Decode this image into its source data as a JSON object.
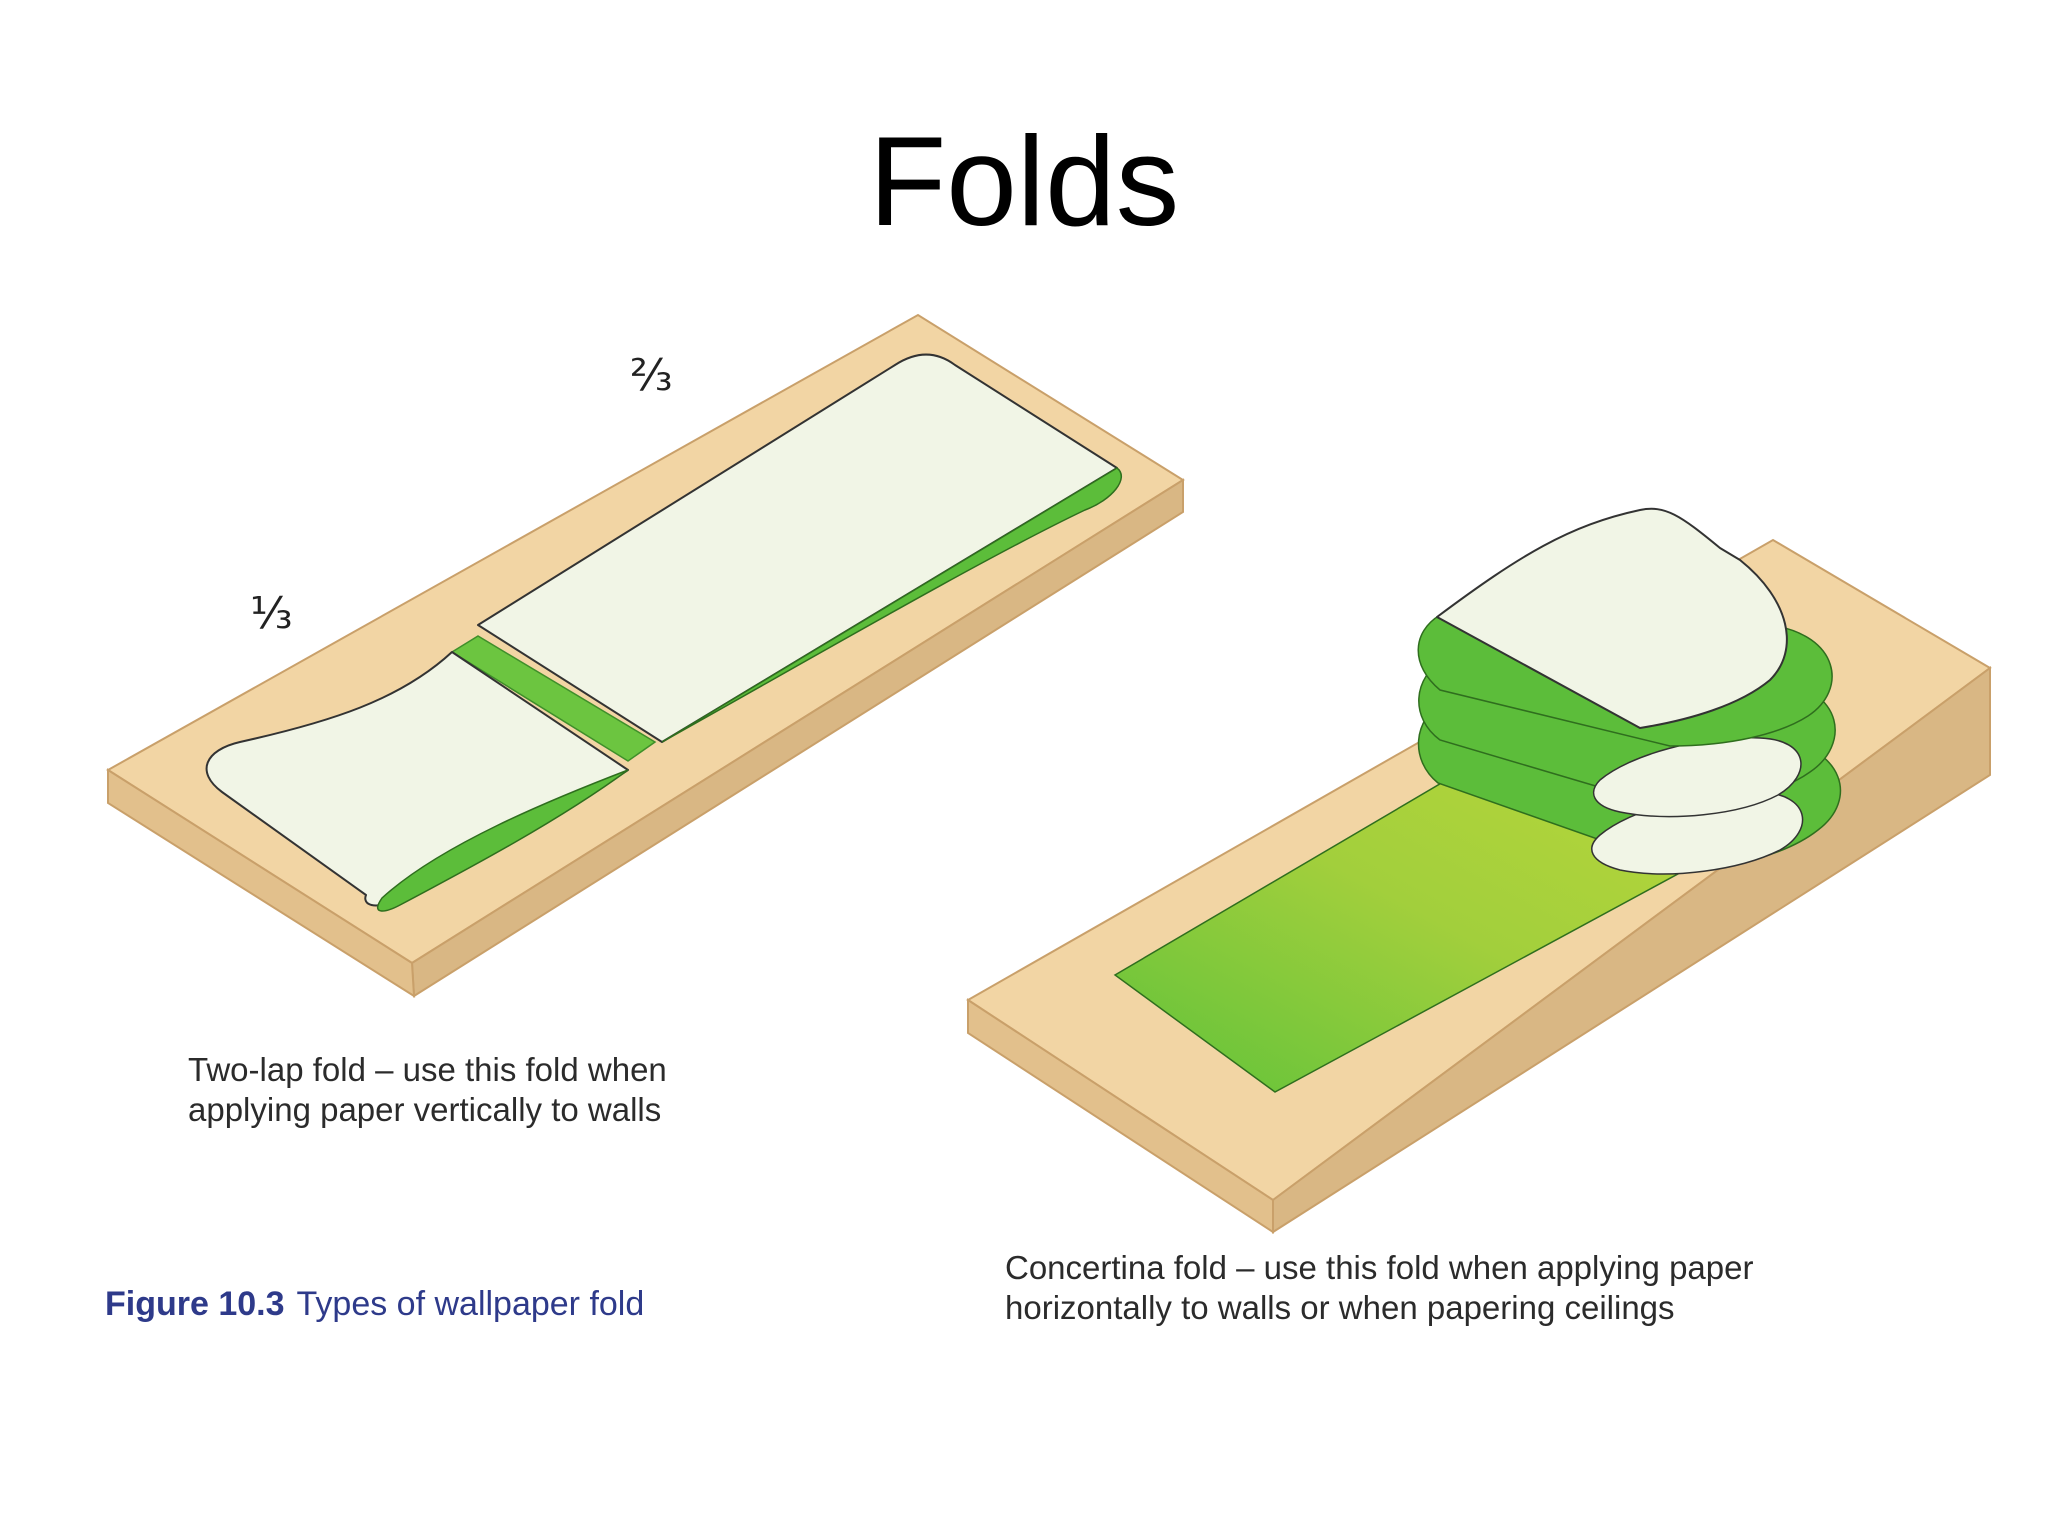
{
  "title": "Folds",
  "fractions": {
    "one_third": "⅓",
    "two_thirds": "⅔"
  },
  "captions": {
    "two_lap_line1": "Two-lap fold – use this fold when",
    "two_lap_line2": "applying paper vertically to walls",
    "concertina_line1": "Concertina fold – use this fold when applying paper",
    "concertina_line2": "horizontally to walls or when papering ceilings"
  },
  "figure": {
    "number": "Figure 10.3",
    "text": "Types of wallpaper fold"
  },
  "colors": {
    "board_top": "#f2d5a4",
    "board_side": "#d9b784",
    "board_edge": "#c9a06a",
    "paper": "#f1f5e6",
    "paste_green": "#63c23c",
    "paste_lime": "#a6cf3a",
    "figure_blue": "#2e3a8a"
  }
}
